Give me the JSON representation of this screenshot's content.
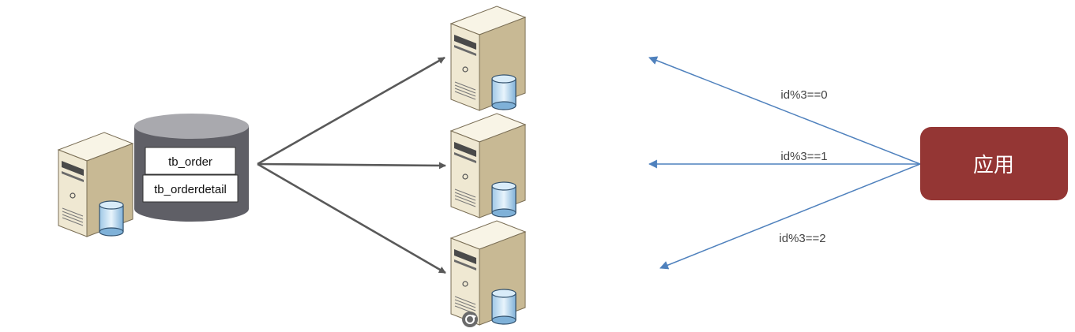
{
  "source_db": {
    "tables": [
      "tb_order",
      "tb_orderdetail"
    ]
  },
  "routing": [
    {
      "rule": "id%3==0"
    },
    {
      "rule": "id%3==1"
    },
    {
      "rule": "id%3==2"
    }
  ],
  "app": {
    "label": "应用",
    "color": "#943634"
  },
  "colors": {
    "split_arrow": "#595959",
    "route_arrow": "#4f81bd",
    "db_cylinder": "#5f5f66",
    "server_body": "#f1ecd9"
  },
  "icons": {
    "server": "server-icon",
    "database": "database-icon",
    "refresh": "refresh-icon"
  }
}
